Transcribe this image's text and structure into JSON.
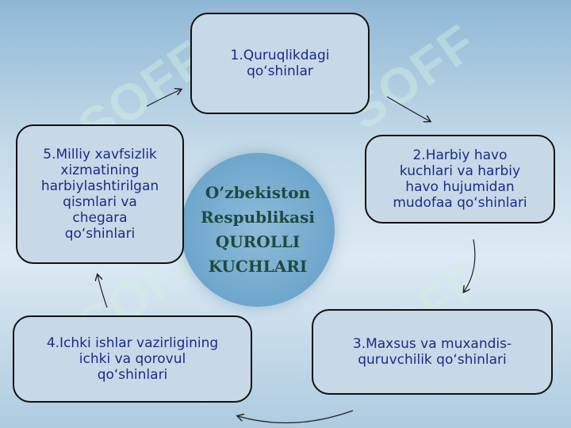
{
  "watermark_text": "SOFF",
  "center": {
    "text": "O’zbekiston\nRespublikasi\nQUROLLI\nKUCHLARI"
  },
  "boxes": [
    {
      "text": "1.Quruqlikdagi\nqo‘shinlar"
    },
    {
      "text": "2.Harbiy havo\nkuchlari va harbiy\nhavo hujumidan\nmudofaa qo‘shinlari"
    },
    {
      "text": "3.Maxsus va muxandis-\nquruvchilik qo‘shinlari"
    },
    {
      "text": "4.Ichki ishlar vazirligining\nichki va qorovul\nqo‘shinlari"
    },
    {
      "text": "5.Milliy xavfsizlik\nxizmatining\nharbiylashtirilgan\nqismlari va\nchegara\nqo‘shinlari"
    }
  ],
  "colors": {
    "box_text": "#1b2a8c",
    "center_text": "#1e4a3f",
    "box_fill": "#c7d9e7",
    "circle_fill": "#7fb1d3"
  }
}
